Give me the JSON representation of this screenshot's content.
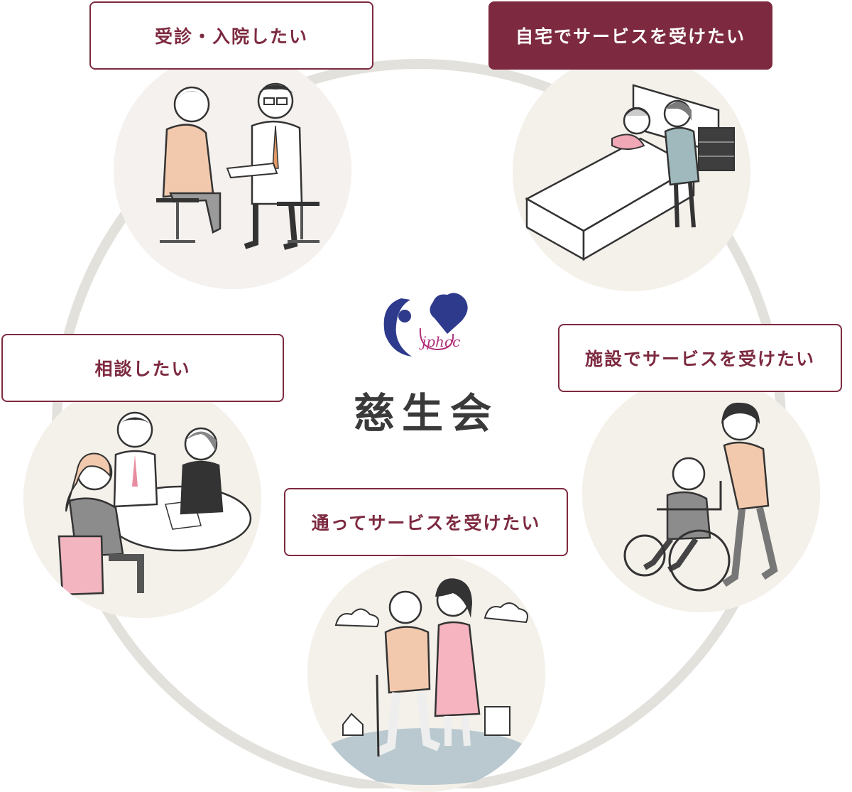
{
  "center": {
    "org_name": "慈生会",
    "logo_text": "jphcc"
  },
  "services": [
    {
      "label": "受診・入院したい",
      "active": false,
      "illustration": "doctor-consultation-icon"
    },
    {
      "label": "自宅でサービスを受けたい",
      "active": true,
      "illustration": "home-care-bed-icon"
    },
    {
      "label": "施設でサービスを受けたい",
      "active": false,
      "illustration": "wheelchair-care-icon"
    },
    {
      "label": "通ってサービスを受けたい",
      "active": false,
      "illustration": "walking-support-icon"
    },
    {
      "label": "相談したい",
      "active": false,
      "illustration": "consultation-meeting-icon"
    }
  ],
  "colors": {
    "accent": "#7d2a40",
    "ring": "#e3e1dc",
    "bubble_bg": "#f4f0ea",
    "logo_blue": "#2e3a8c",
    "logo_pink": "#b0307a"
  }
}
